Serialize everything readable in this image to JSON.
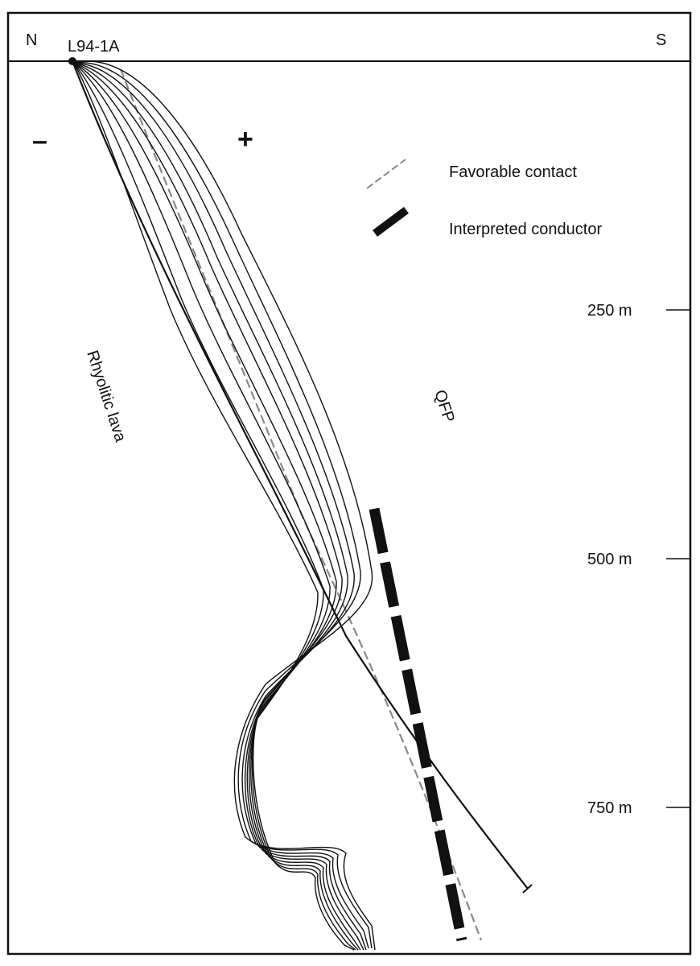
{
  "header": {
    "left_direction": "N",
    "right_direction": "S",
    "hole_id": "L94-1A"
  },
  "polarity": {
    "negative": "–",
    "positive": "+"
  },
  "legend": {
    "items": [
      {
        "label": "Favorable contact",
        "style": "dashed-gray-line"
      },
      {
        "label": "Interpreted conductor",
        "style": "thick-black-dash"
      }
    ]
  },
  "depth_scale": {
    "ticks": [
      "250 m",
      "500 m",
      "750 m"
    ]
  },
  "units": {
    "left": "Rhyolitic lava",
    "right": "QFP"
  },
  "colors": {
    "ink": "#111111",
    "contact": "#888888",
    "background": "#ffffff"
  }
}
